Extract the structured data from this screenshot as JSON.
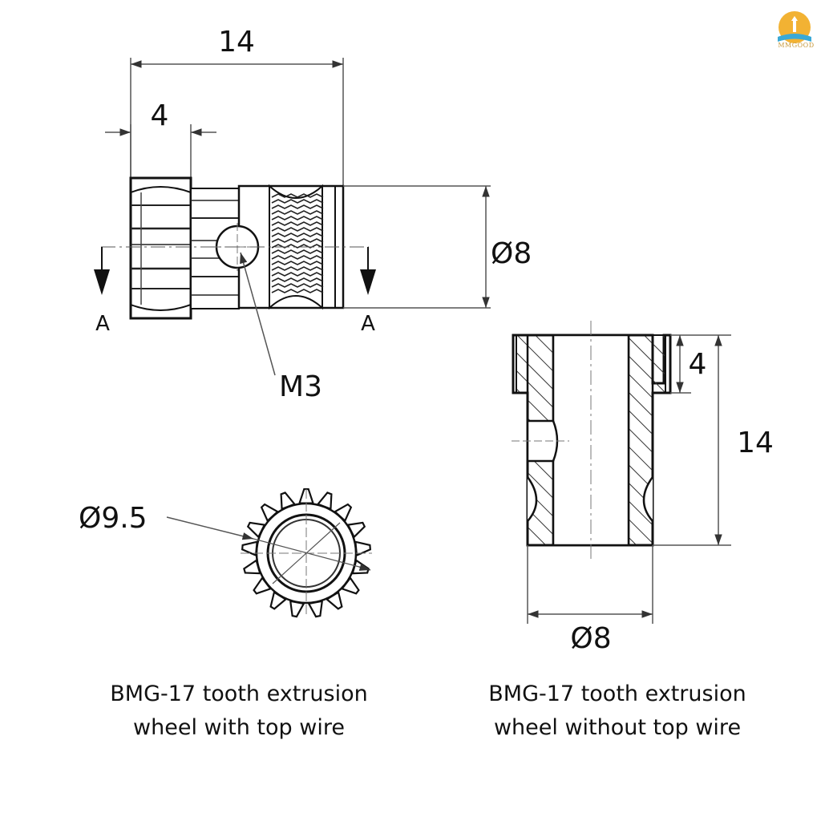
{
  "logo": {
    "text": "MMGOOD",
    "colors": {
      "sun": "#f2b233",
      "figure": "#e9a23b",
      "book": "#3aa9d6"
    }
  },
  "left_view": {
    "length_label": "14",
    "gear_label": "4",
    "diameter_label": "Ø8",
    "hole_label": "M3",
    "section_left": "A",
    "section_right": "A"
  },
  "end_view": {
    "diameter_label": "Ø9.5"
  },
  "section_view": {
    "gear_label": "4",
    "length_label": "14",
    "diameter_label": "Ø8"
  },
  "captions": {
    "left_line1": "BMG-17 tooth extrusion",
    "left_line2": "wheel with top wire",
    "right_line1": "BMG-17 tooth extrusion",
    "right_line2": "wheel without top wire"
  }
}
